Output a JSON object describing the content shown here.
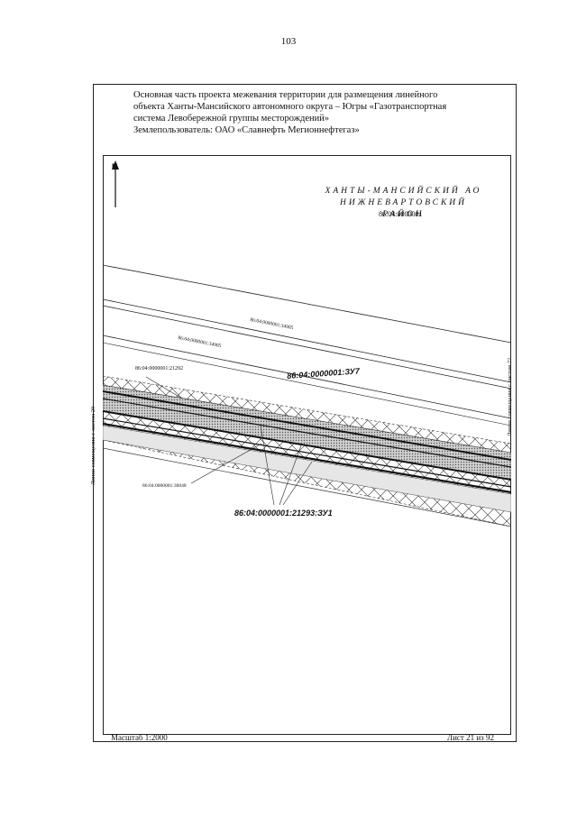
{
  "page_number": "103",
  "header": {
    "line1": "Основная часть проекта межевания территории для размещения линейного",
    "line2": "объекта Ханты-Мансийского автономного округа – Югры «Газотранспортная",
    "line3": "система Левобережной группы месторождений»",
    "line4": "Землепользователь: ОАО «Славнефть Мегионнефтегаз»"
  },
  "map": {
    "north_label": "N",
    "region_line1": "ХАНТЫ-МАНСИЙСКИЙ АО",
    "region_line2": "НИЖНЕВАРТОВСКИЙ РАЙОН",
    "region_code": "86:04:0000001",
    "parcel_labels": {
      "p34905_a": "86:04:0000001:34905",
      "p34905_b": "86:04:0000001:34905",
      "p21292": "86:04:0000001:21292",
      "p36048": "86:04:0000001:36048",
      "zu7": "86:04:0000001:ЗУ7",
      "zu1": "86:04:0000001:21293:ЗУ1"
    },
    "left_sheet_link": "Линия совмещения с листом 20",
    "right_sheet_link": "Линия совмещения с листом 22"
  },
  "footer": {
    "scale": "Масштаб 1:2000",
    "sheet": "Лист 21 из 92"
  }
}
